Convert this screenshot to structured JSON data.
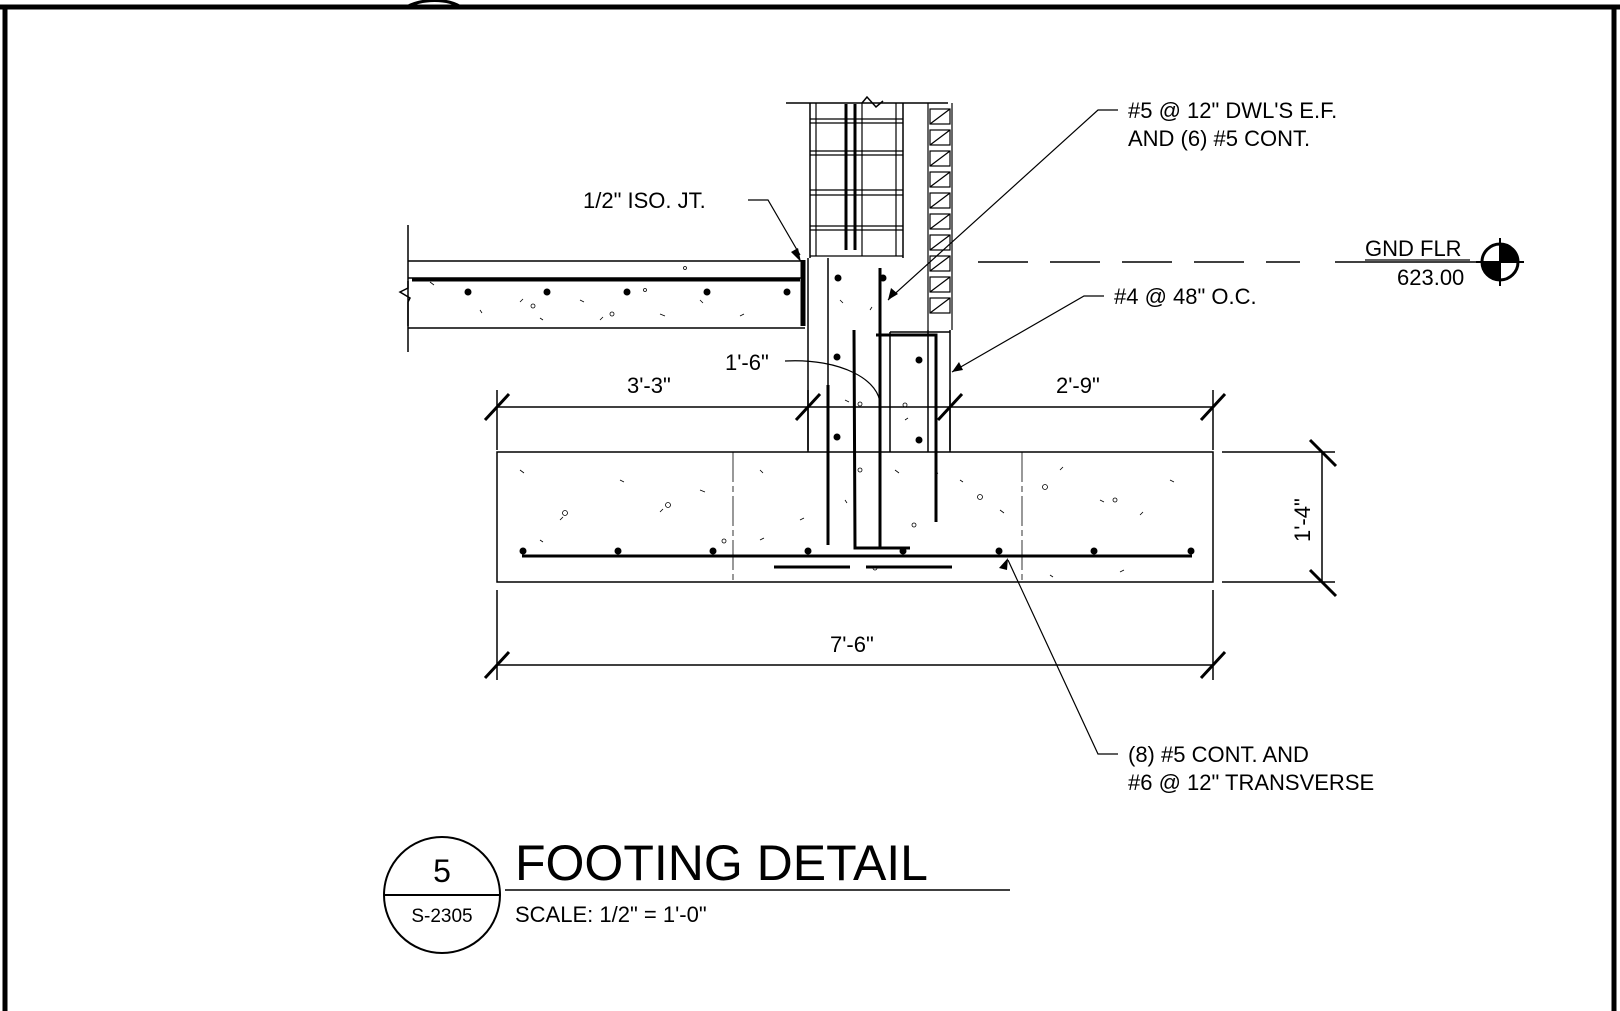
{
  "title": {
    "detail_number": "5",
    "sheet_number": "S-2305",
    "name": "FOOTING DETAIL",
    "scale": "SCALE:   1/2\" = 1'-0\""
  },
  "notes": {
    "dowels_line1": "#5 @ 12\" DWL'S E.F.",
    "dowels_line2": "AND (6) #5 CONT.",
    "iso_joint": "1/2\" ISO. JT.",
    "ties": "#4 @ 48\" O.C.",
    "footing_bars_line1": "(8) #5 CONT. AND",
    "footing_bars_line2": "#6 @ 12\" TRANSVERSE"
  },
  "elevation": {
    "label": "GND FLR",
    "value": "623.00"
  },
  "dimensions": {
    "left_projection": "3'-3\"",
    "right_projection": "2'-9\"",
    "wall_width": "1'-6\"",
    "footing_depth": "1'-4\"",
    "footing_width": "7'-6\""
  },
  "colors": {
    "ink": "#000000",
    "paper": "#ffffff"
  }
}
